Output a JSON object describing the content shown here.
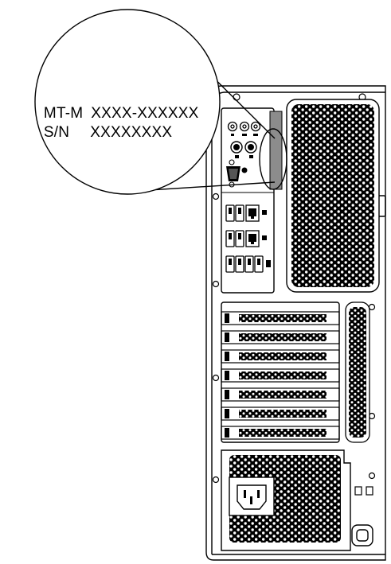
{
  "label": {
    "mt_prefix": "MT-M",
    "mt_value": "XXXX-XXXXXX",
    "sn_prefix": "S/N",
    "sn_value": "XXXXXXXX"
  },
  "icons": {
    "ports_audio": "audio-jack-icon",
    "ports_ps2": "ps2-port-icon",
    "port_serial": "serial-port-icon",
    "port_usb": "usb-port-icon",
    "port_ethernet": "ethernet-port-icon",
    "power": "power-connector-icon",
    "lock": "security-lock-icon"
  }
}
